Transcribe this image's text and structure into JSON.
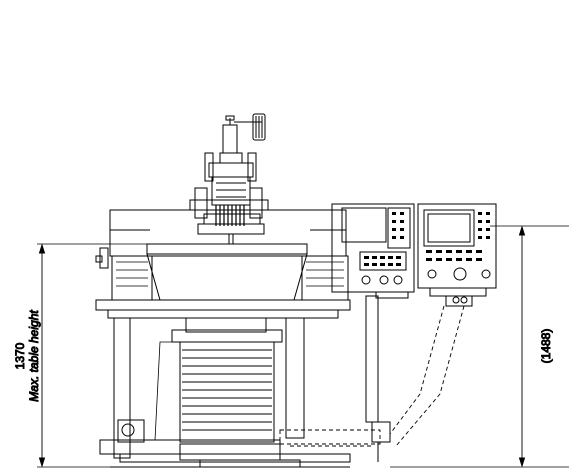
{
  "dimensions": {
    "left_value": "1370",
    "left_label": "Max. table height",
    "right_value": "(1488)"
  }
}
